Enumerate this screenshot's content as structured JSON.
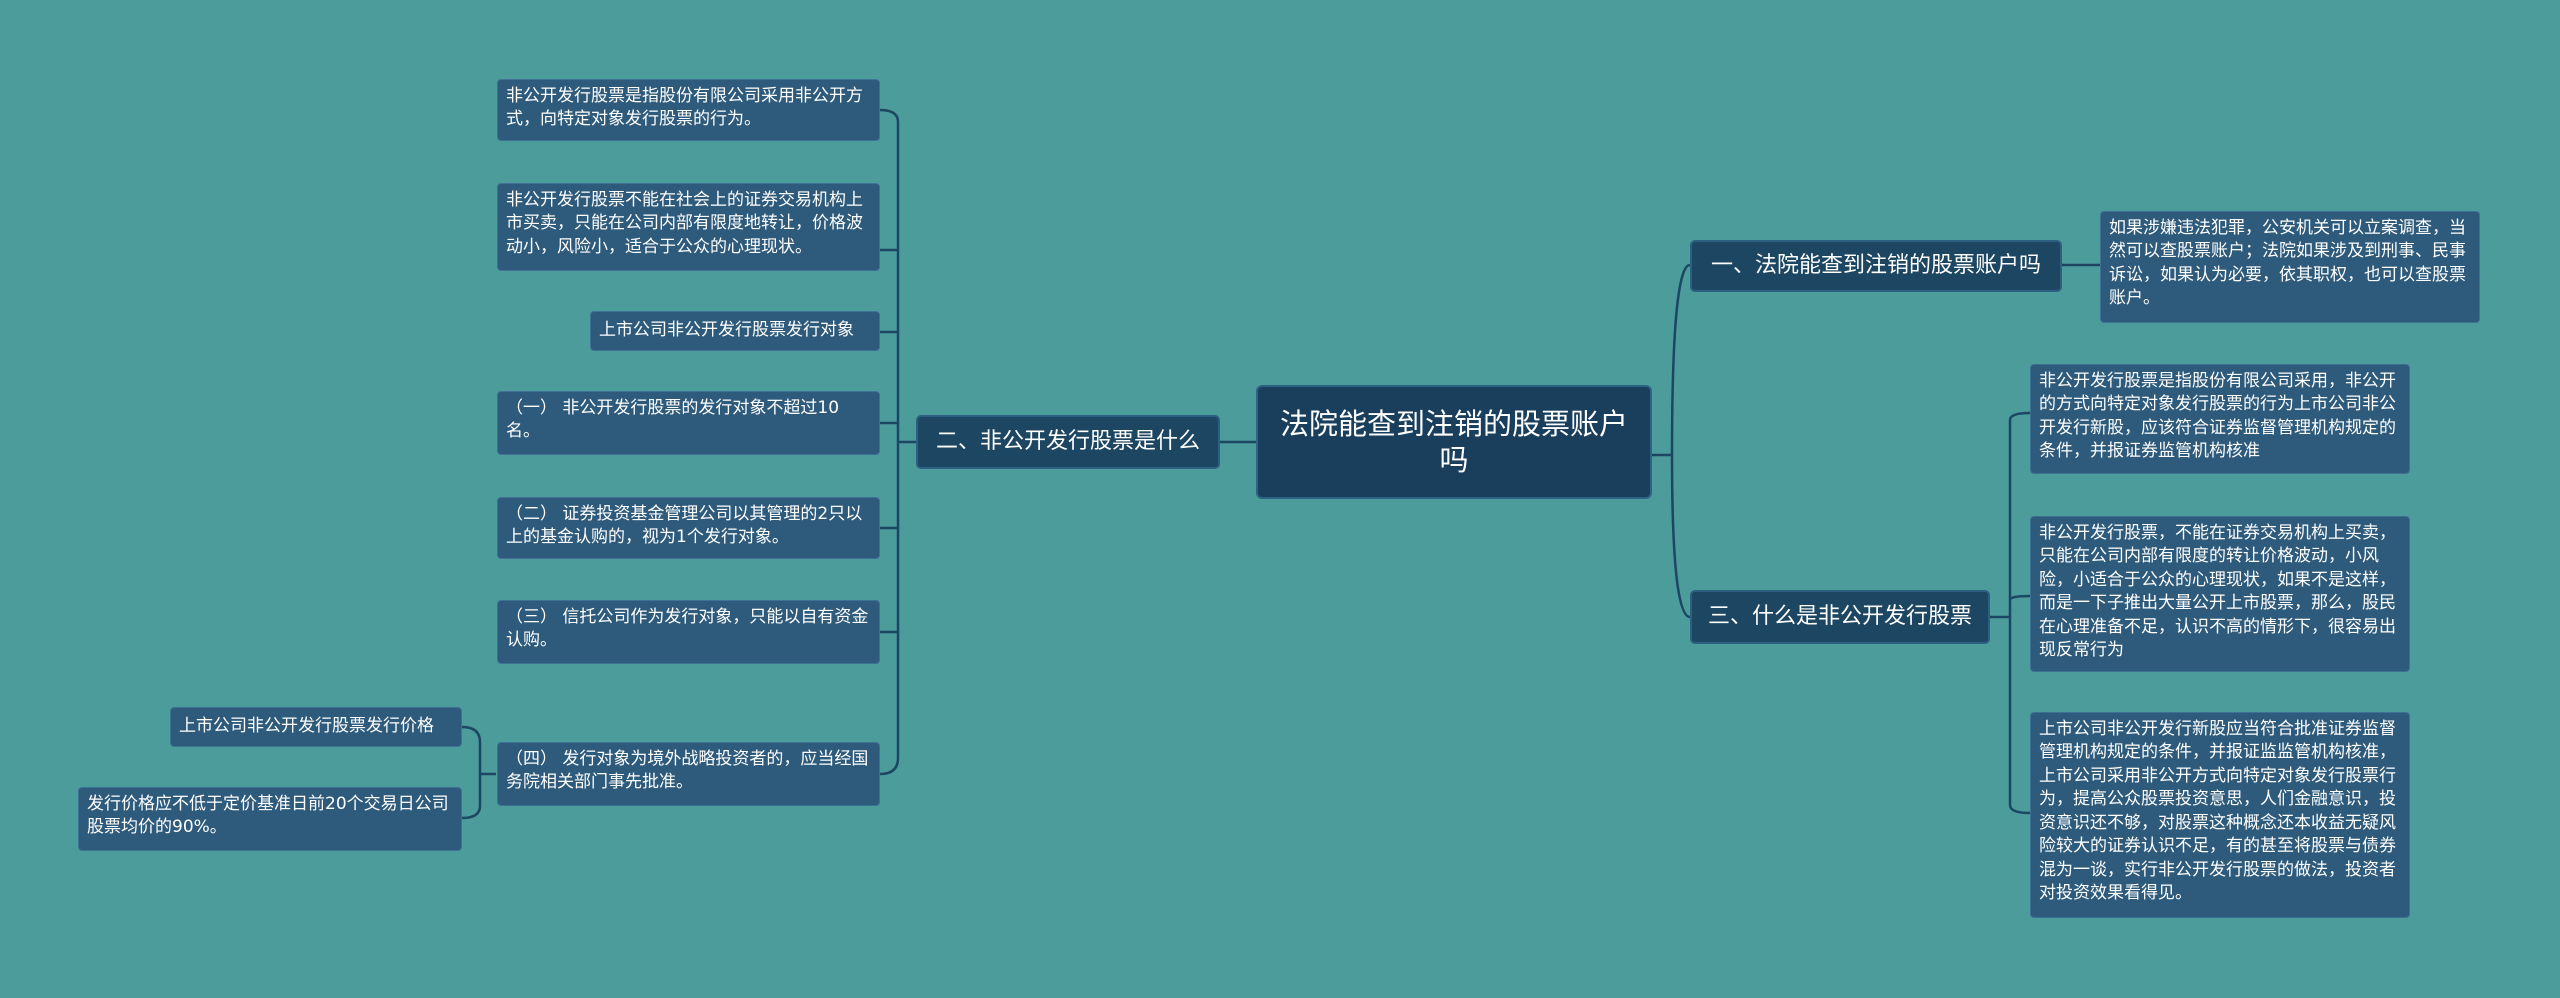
{
  "root": {
    "title": "法院能查到注销的股票账户吗"
  },
  "branches": {
    "b1": {
      "label": "一、法院能查到注销的股票账户吗"
    },
    "b2": {
      "label": "二、非公开发行股票是什么"
    },
    "b3": {
      "label": "三、什么是非公开发行股票"
    }
  },
  "b1_leaf": {
    "text": "如果涉嫌违法犯罪，公安机关可以立案调查，当然可以查股票账户；法院如果涉及到刑事、民事诉讼，如果认为必要，依其职权，也可以查股票账户。"
  },
  "b2_leaves": [
    {
      "text": "非公开发行股票是指股份有限公司采用非公开方式，向特定对象发行股票的行为。"
    },
    {
      "text": "非公开发行股票不能在社会上的证券交易机构上市买卖，只能在公司内部有限度地转让，价格波动小，风险小，适合于公众的心理现状。"
    },
    {
      "text": "上市公司非公开发行股票发行对象"
    },
    {
      "text": "（一） 非公开发行股票的发行对象不超过10名。"
    },
    {
      "text": "（二） 证券投资基金管理公司以其管理的2只以上的基金认购的，视为1个发行对象。"
    },
    {
      "text": "（三） 信托公司作为发行对象，只能以自有资金认购。"
    },
    {
      "text": "（四） 发行对象为境外战略投资者的，应当经国务院相关部门事先批准。"
    }
  ],
  "b2_sub": [
    {
      "text": "上市公司非公开发行股票发行价格"
    },
    {
      "text": "发行价格应不低于定价基准日前20个交易日公司股票均价的90%。"
    }
  ],
  "b3_leaves": [
    {
      "text": "非公开发行股票是指股份有限公司采用，非公开的方式向特定对象发行股票的行为上市公司非公开发行新股，应该符合证券监督管理机构规定的条件，并报证券监管机构核准"
    },
    {
      "text": "非公开发行股票，不能在证券交易机构上买卖，只能在公司内部有限度的转让价格波动，小风险，小适合于公众的心理现状，如果不是这样，而是一下子推出大量公开上市股票，那么，股民在心理准备不足，认识不高的情形下，很容易出现反常行为"
    },
    {
      "text": "上市公司非公开发行新股应当符合批准证券监督管理机构规定的条件，并报证监监管机构核准，上市公司采用非公开方式向特定对象发行股票行为，提高公众股票投资意思，人们金融意识，投资意识还不够，对股票这种概念还本收益无疑风险较大的证券认识不足，有的甚至将股票与债券混为一谈，实行非公开发行股票的做法，投资者对投资效果看得见。"
    }
  ],
  "colors": {
    "background": "#4d9c9c",
    "root_fill": "#1a3f5c",
    "branch_fill": "#1c4662",
    "leaf_fill": "#2e5b7c",
    "connector": "#1c4662",
    "text": "#ffffff"
  }
}
